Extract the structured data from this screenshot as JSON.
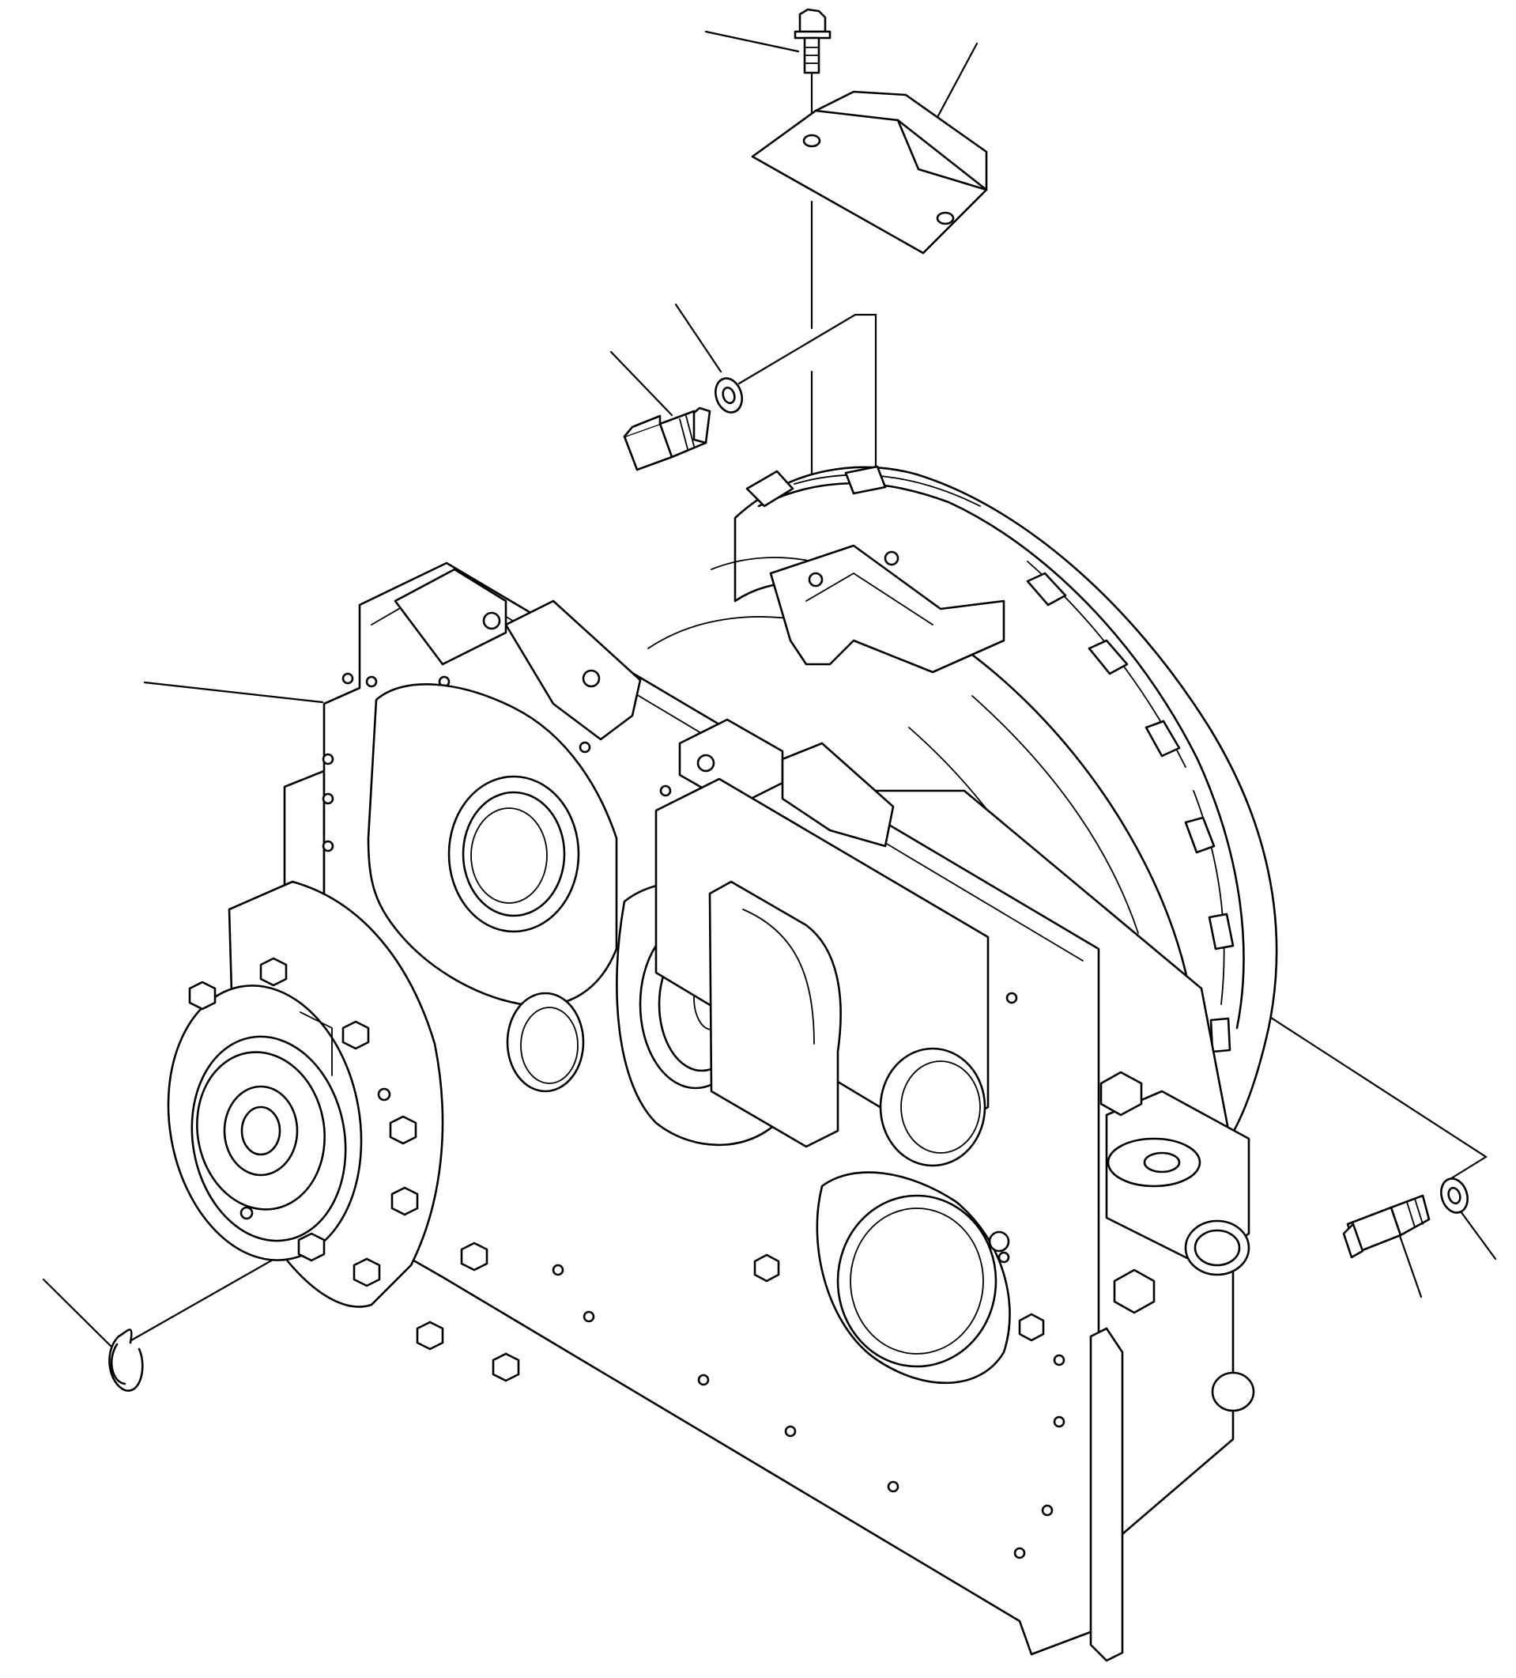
{
  "diagram": {
    "parts": [
      {
        "name": "transmission-case"
      },
      {
        "name": "cover-plate"
      },
      {
        "name": "flange-bolt"
      },
      {
        "name": "hex-bolt"
      },
      {
        "name": "washer"
      },
      {
        "name": "snap-ring"
      },
      {
        "name": "output-flange"
      },
      {
        "name": "flywheel-housing"
      }
    ],
    "colors": {
      "stroke": "#000000",
      "background": "#ffffff"
    }
  }
}
